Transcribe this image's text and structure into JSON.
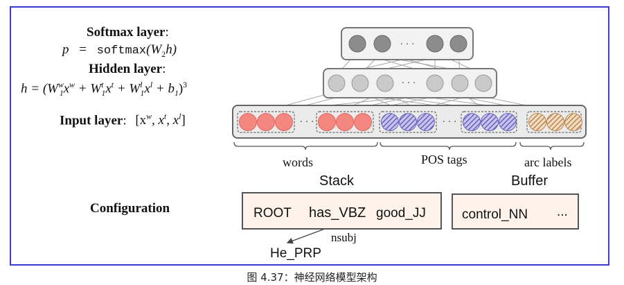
{
  "caption": "图 4.37：神经网络模型架构",
  "layers": {
    "softmax": {
      "title": "Softmax layer",
      "colon": ":",
      "formula_lhs": "p",
      "formula_eq": "=",
      "formula_fn": "softmax",
      "formula_arg": "(W",
      "formula_arg_sub": "2",
      "formula_arg_end": "h)"
    },
    "hidden": {
      "title": "Hidden layer",
      "colon": ":",
      "formula_prefix": "h = (W",
      "w_sup": "w",
      "w_sub": "1",
      "x_w": "x",
      "x_w_sup": "w",
      "plus1": " + W",
      "t_sup": "t",
      "t_sub": "1",
      "x_t": "x",
      "x_t_sup": "t",
      "plus2": " + W",
      "l_sup": "l",
      "l_sub": "1",
      "x_l": "x",
      "x_l_sup": "l",
      "plus3": " + b",
      "b_sub": "1",
      "close": ")",
      "cube": "3"
    },
    "input": {
      "title": "Input layer",
      "colon": ":",
      "formula_open": "[x",
      "w": "w",
      "sep1": ", x",
      "t": "t",
      "sep2": ", x",
      "l": "l",
      "close": "]"
    }
  },
  "ellipsis": "· · ·",
  "groups": {
    "words": "words",
    "pos": "POS tags",
    "arc": "arc labels"
  },
  "configuration": {
    "label": "Configuration",
    "stack_title": "Stack",
    "buffer_title": "Buffer",
    "stack_items": [
      "ROOT",
      "has_VBZ",
      "good_JJ"
    ],
    "buffer_items": [
      "control_NN",
      "..."
    ],
    "arc_label": "nsubj",
    "dependent": "He_PRP"
  },
  "colors": {
    "frame": "#3a3ad0",
    "word_node": "#f4877f",
    "pos_node": "#7f79c9",
    "arc_node": "#cfa070",
    "hidden_node": "#c9c9c9",
    "softmax_node": "#8c8c8c"
  }
}
